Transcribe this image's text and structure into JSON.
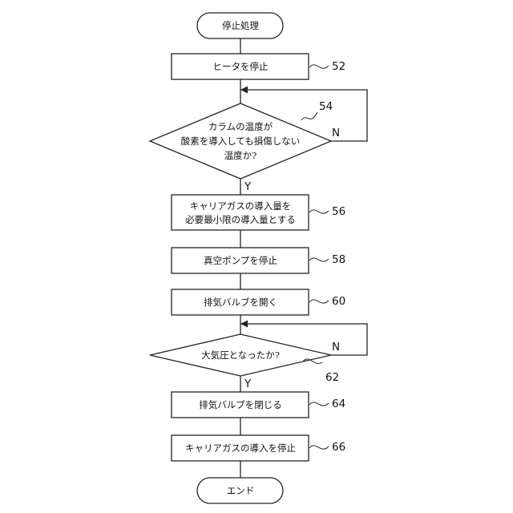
{
  "nodes": {
    "start": "停止処理",
    "step52": "ヒータを停止",
    "dec54": {
      "line1": "カラムの温度が",
      "line2": "酸素を導入しても損傷しない",
      "line3": "温度か?"
    },
    "step56": {
      "line1": "キャリアガスの導入量を",
      "line2": "必要最小限の導入量とする"
    },
    "step58": "真空ポンプを停止",
    "step60": "排気バルブを開く",
    "dec62": "大気圧となったか?",
    "step64": "排気バルブを閉じる",
    "step66": "キャリアガスの導入を停止",
    "end": "エンド"
  },
  "refs": {
    "r52": "52",
    "r54": "54",
    "r56": "56",
    "r58": "58",
    "r60": "60",
    "r62": "62",
    "r64": "64",
    "r66": "66"
  },
  "branches": {
    "yes": "Y",
    "no": "N"
  }
}
